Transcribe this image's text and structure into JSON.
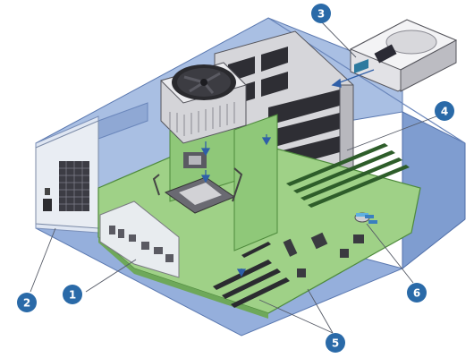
{
  "callouts": [
    {
      "label": "1",
      "target": "motherboard"
    },
    {
      "label": "2",
      "target": "power-supply"
    },
    {
      "label": "3",
      "target": "hard-drive"
    },
    {
      "label": "4",
      "target": "drive-cage"
    },
    {
      "label": "5",
      "target": "expansion-slots"
    },
    {
      "label": "6",
      "target": "battery"
    }
  ],
  "colors": {
    "callout": "#2a6aa8",
    "board": "#9fd187",
    "board_dark": "#6ea85a",
    "chassis": "#9fb6de",
    "chassis_dark": "#6f8cc2",
    "metal": "#c7c7cc",
    "arrow": "#2f5fa8"
  },
  "icons": [
    "cooling-fan-icon",
    "hard-drive-icon",
    "cpu-socket-icon"
  ]
}
